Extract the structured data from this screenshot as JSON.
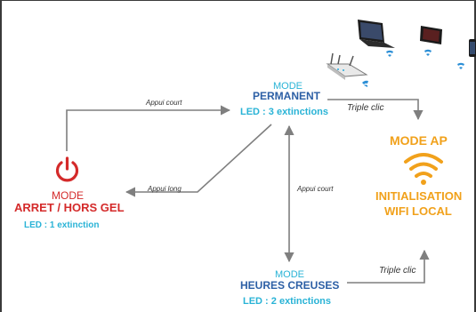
{
  "colors": {
    "blue_dark": "#2c5fa5",
    "blue_light": "#29b3d6",
    "red": "#d42a2a",
    "orange": "#f1a11b",
    "arrow": "#7f7f7f"
  },
  "nodes": {
    "permanent": {
      "mode": "MODE",
      "name": "PERMANENT",
      "led": "LED : 3 extinctions"
    },
    "arret": {
      "mode": "MODE",
      "name": "ARRET / HORS GEL",
      "led": "LED : 1 extinction",
      "icon": "power-icon"
    },
    "heures_creuses": {
      "mode": "MODE",
      "name": "HEURES CREUSES",
      "led": "LED : 2 extinctions"
    },
    "ap": {
      "name": "MODE AP",
      "icon": "wifi-icon",
      "line1": "INITIALISATION",
      "line2": "WIFI LOCAL"
    }
  },
  "edges": {
    "arret_to_permanent": "Appui court",
    "permanent_to_arret": "Appui long",
    "permanent_to_heures": "Appui court",
    "permanent_to_ap": "Triple clic",
    "heures_to_ap": "Triple clic"
  },
  "devices": [
    "router-icon",
    "laptop-icon",
    "tablet-icon",
    "phone-icon"
  ]
}
